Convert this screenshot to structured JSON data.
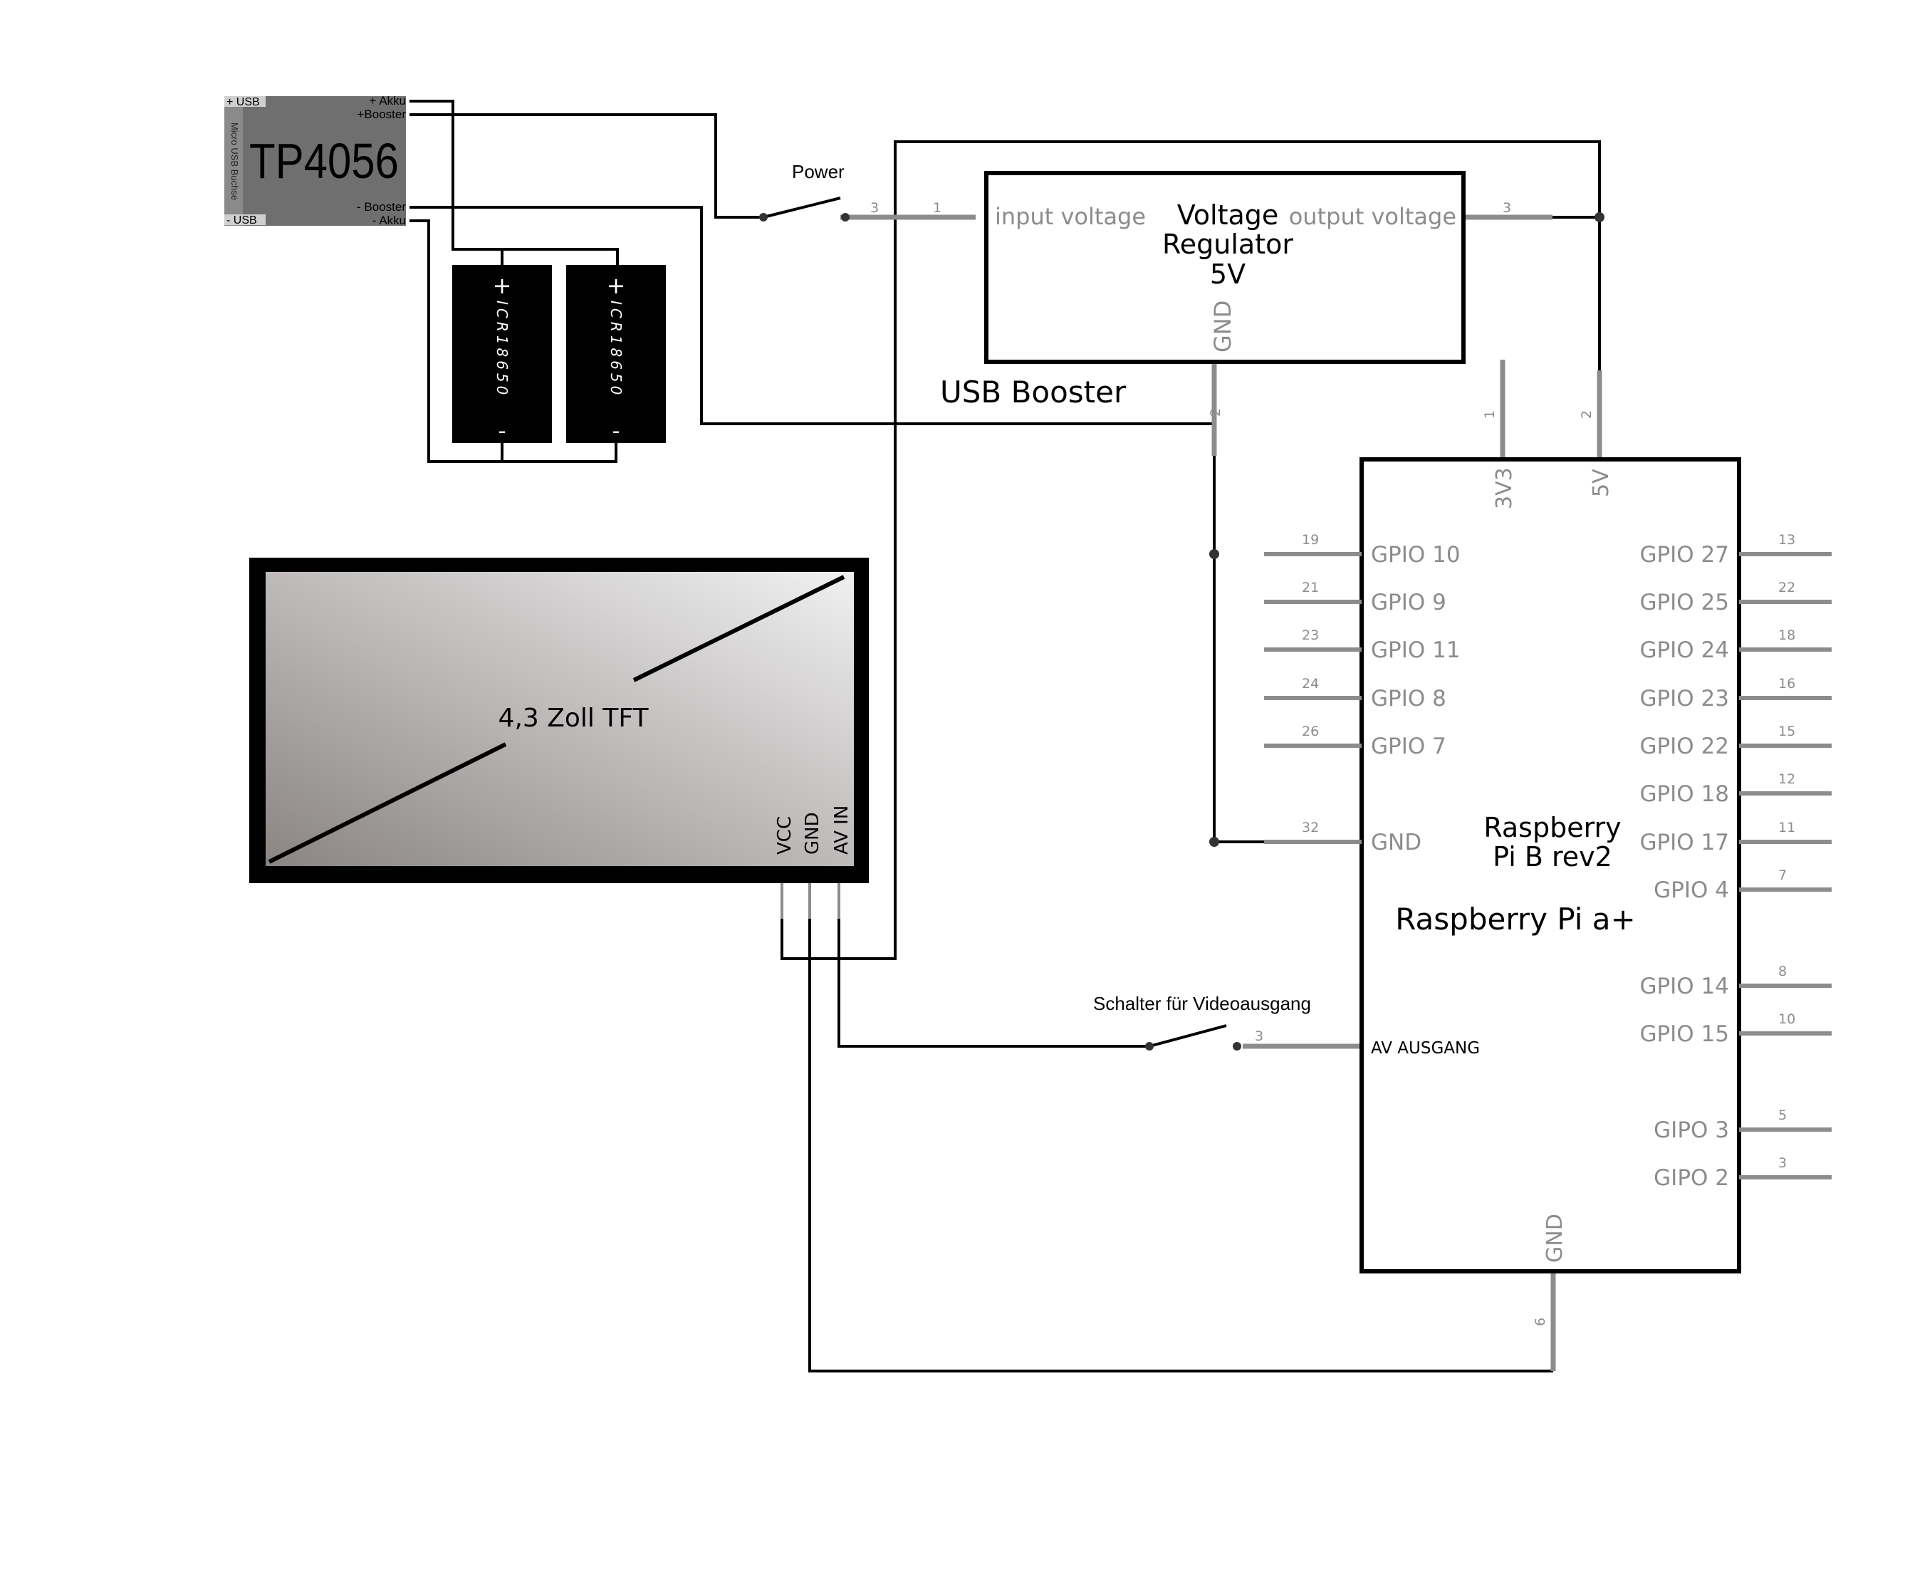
{
  "tp4056": {
    "title": "TP4056",
    "side_label": "Micro USB Buchse",
    "usb_plus": "+ USB",
    "usb_minus": "- USB",
    "akku_plus": "+ Akku",
    "booster_plus": "+Booster",
    "booster_minus": "- Booster",
    "akku_minus": "- Akku"
  },
  "batteries": [
    {
      "plus": "+",
      "minus": "-",
      "label": "ICR18650"
    },
    {
      "plus": "+",
      "minus": "-",
      "label": "ICR18650"
    }
  ],
  "power_switch": {
    "label": "Power",
    "pin": "3"
  },
  "booster": {
    "caption": "USB Booster",
    "title_line1": "Voltage",
    "title_line2": "Regulator",
    "title_line3": "5V",
    "input": "input voltage",
    "output": "output voltage",
    "gnd": "GND",
    "pin_in": "1",
    "pin_out": "3",
    "pin_gnd": "2"
  },
  "tft": {
    "label": "4,3 Zoll TFT",
    "pins": [
      "VCC",
      "GND",
      "AV IN"
    ]
  },
  "video_switch": {
    "label": "Schalter für Videoausgang",
    "pin": "3"
  },
  "pi": {
    "title_line1": "Raspberry",
    "title_line2": "Pi B rev2",
    "subtitle": "Raspberry Pi a+",
    "top_pins": [
      {
        "name": "3V3",
        "num": "1"
      },
      {
        "name": "5V",
        "num": "2"
      }
    ],
    "bottom_pin": {
      "name": "GND",
      "num": "6"
    },
    "av_out": "AV AUSGANG",
    "left_pins": [
      {
        "name": "GPIO 10",
        "num": "19"
      },
      {
        "name": "GPIO 9",
        "num": "21"
      },
      {
        "name": "GPIO 11",
        "num": "23"
      },
      {
        "name": "GPIO 8",
        "num": "24"
      },
      {
        "name": "GPIO 7",
        "num": "26"
      },
      {
        "name": "GND",
        "num": "32"
      }
    ],
    "right_pins": [
      {
        "name": "GPIO 27",
        "num": "13"
      },
      {
        "name": "GPIO 25",
        "num": "22"
      },
      {
        "name": "GPIO 24",
        "num": "18"
      },
      {
        "name": "GPIO 23",
        "num": "16"
      },
      {
        "name": "GPIO 22",
        "num": "15"
      },
      {
        "name": "GPIO 18",
        "num": "12"
      },
      {
        "name": "GPIO 17",
        "num": "11"
      },
      {
        "name": "GPIO 4",
        "num": "7"
      },
      {
        "name": "GPIO 14",
        "num": "8"
      },
      {
        "name": "GPIO 15",
        "num": "10"
      },
      {
        "name": "GIPO 3",
        "num": "5"
      },
      {
        "name": "GIPO 2",
        "num": "3"
      }
    ]
  }
}
